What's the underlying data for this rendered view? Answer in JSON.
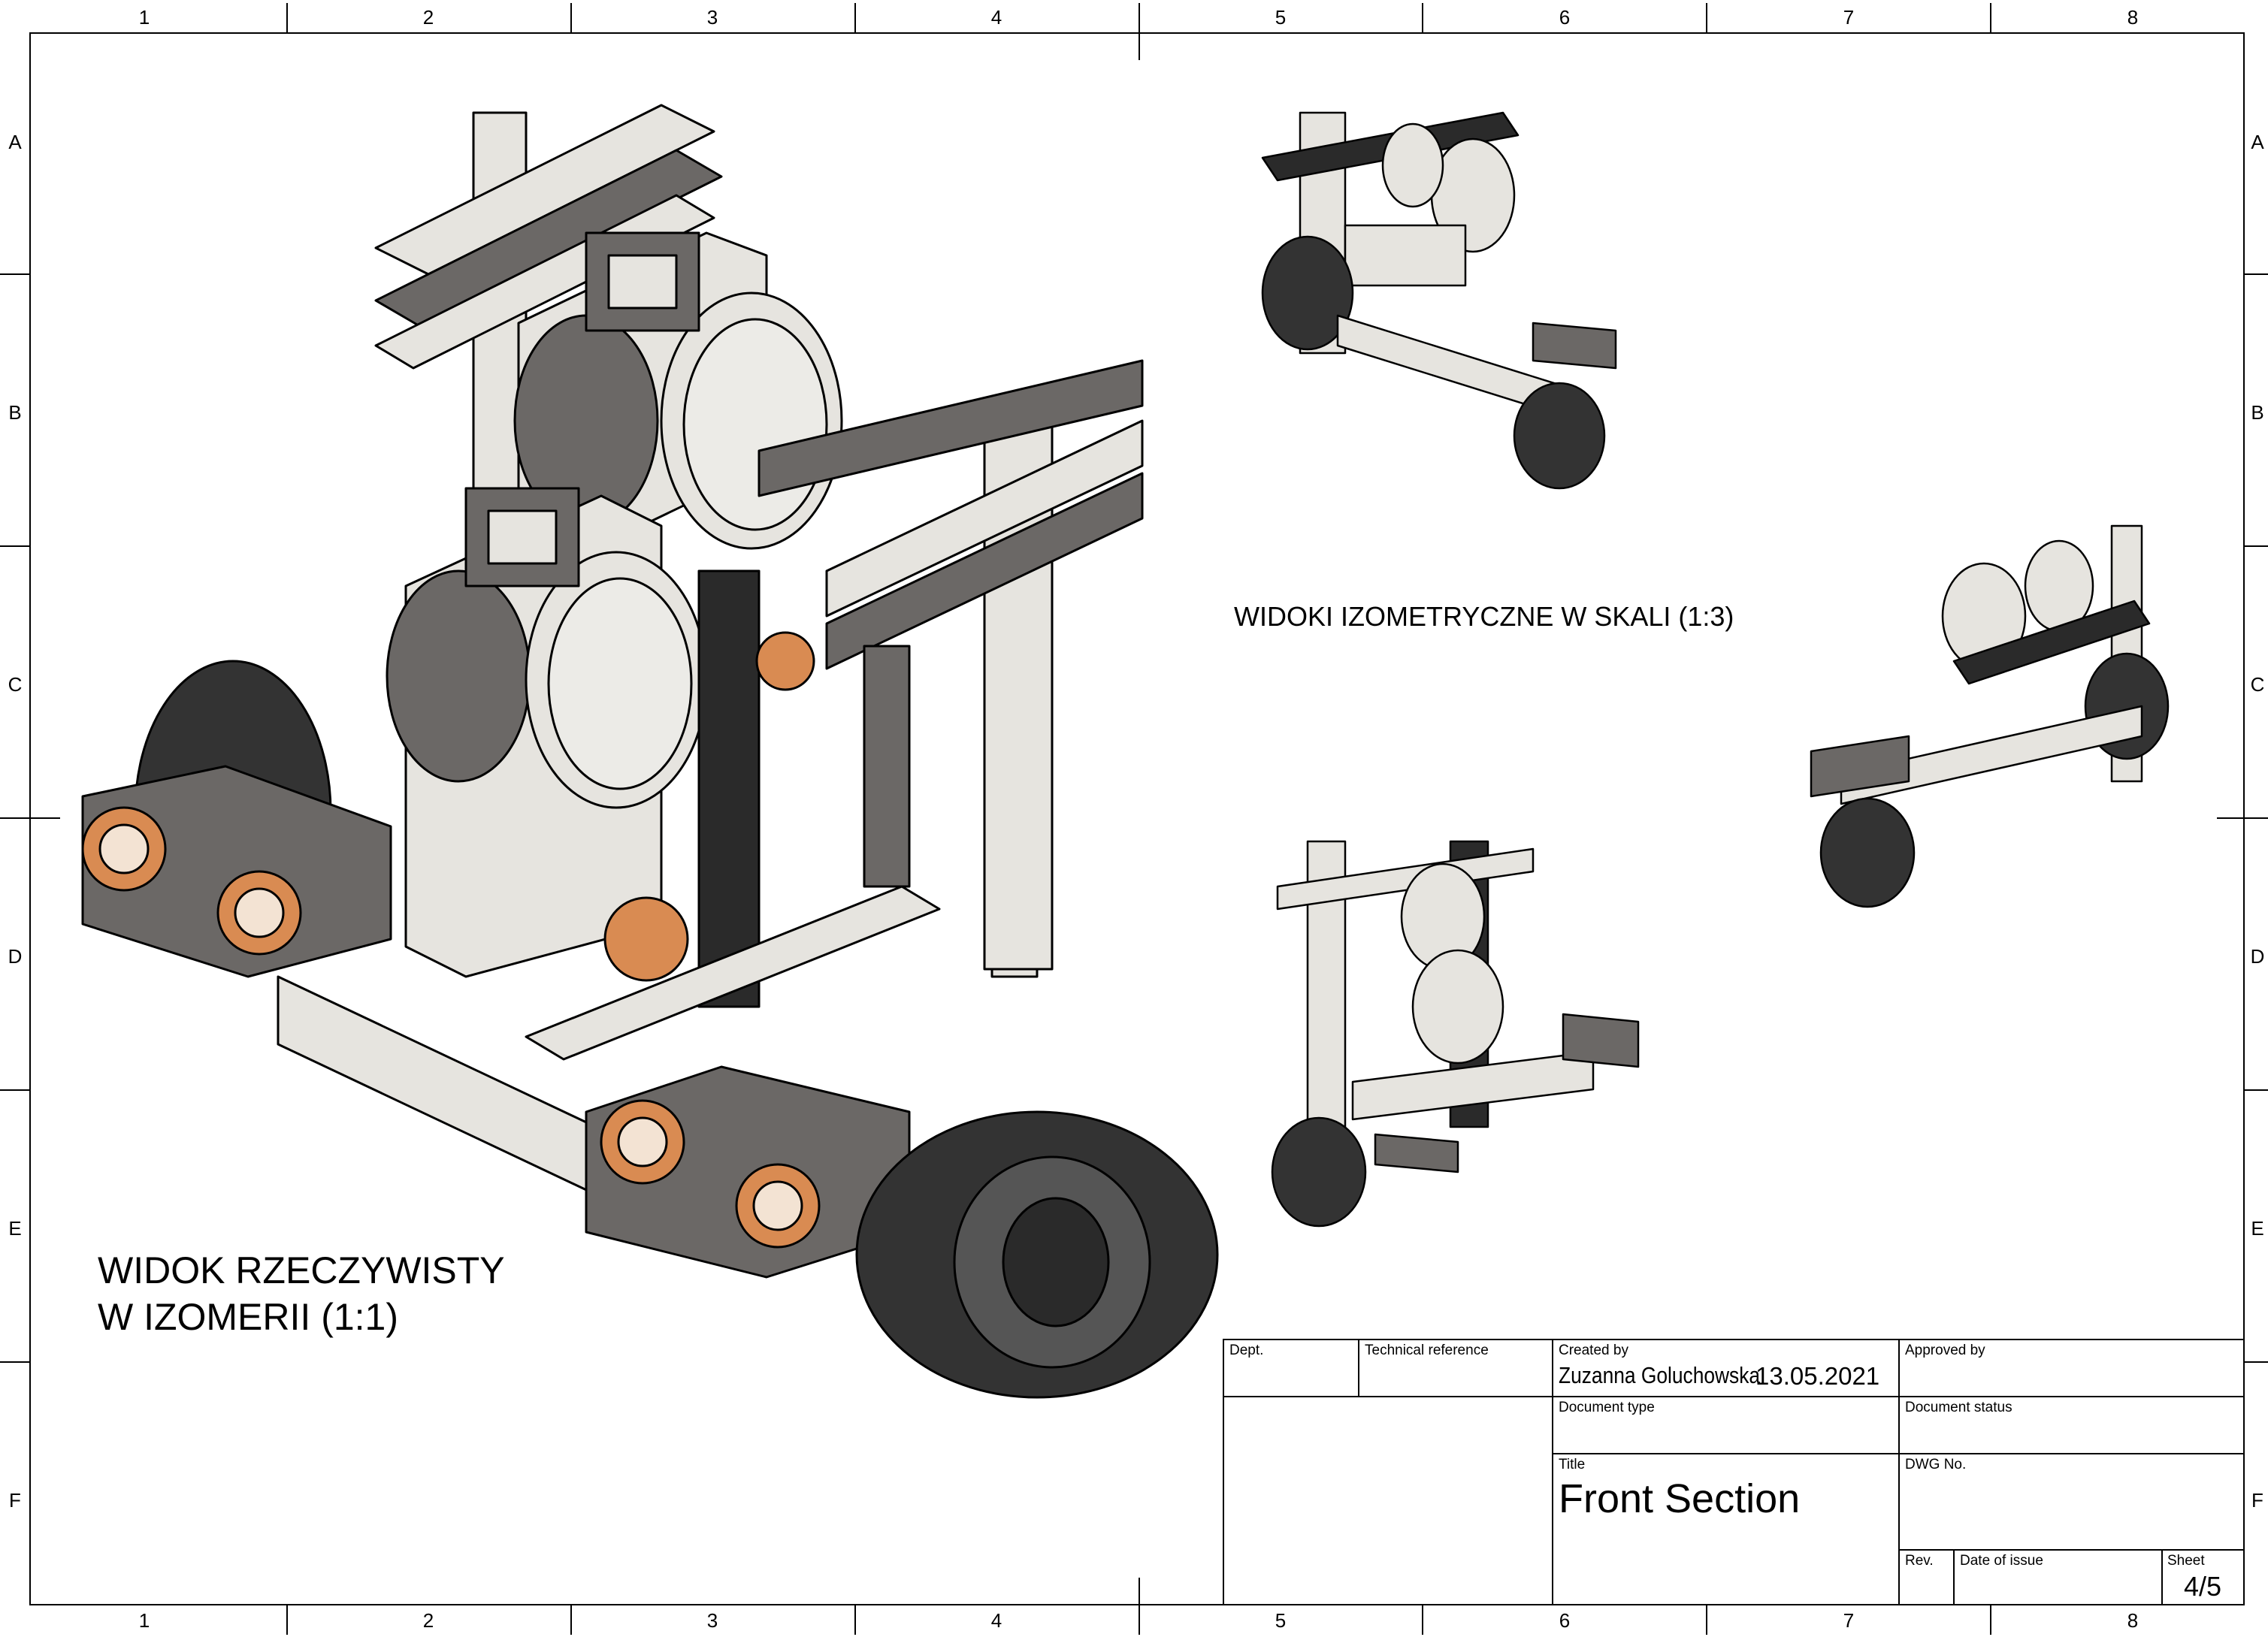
{
  "frame": {
    "columns": [
      "1",
      "2",
      "3",
      "4",
      "5",
      "6",
      "7",
      "8"
    ],
    "rows": [
      "A",
      "B",
      "C",
      "D",
      "E",
      "F"
    ]
  },
  "notes": {
    "real_view_line1": "WIDOK RZECZYWISTY",
    "real_view_line2": "W IZOMERII (1:1)",
    "iso_views": "WIDOKI IZOMETRYCZNE W SKALI (1:3)"
  },
  "title_block": {
    "dept_label": "Dept.",
    "dept_value": "",
    "tech_ref_label": "Technical reference",
    "tech_ref_value": "",
    "created_by_label": "Created by",
    "created_by_value": "Zuzanna Goluchowska",
    "created_date": "13.05.2021",
    "approved_by_label": "Approved by",
    "approved_by_value": "",
    "doc_type_label": "Document type",
    "doc_type_value": "",
    "doc_status_label": "Document status",
    "doc_status_value": "",
    "title_label": "Title",
    "title_value": "Front Section",
    "dwg_no_label": "DWG No.",
    "dwg_no_value": "",
    "rev_label": "Rev.",
    "rev_value": "",
    "date_issue_label": "Date of issue",
    "date_issue_value": "",
    "sheet_label": "Sheet",
    "sheet_value": "4/5"
  },
  "colors": {
    "frame": "#000000",
    "part_light": "#e6e4df",
    "part_dark": "#6b6866",
    "part_black": "#2a2a2a",
    "bushing": "#d98b52",
    "tire": "#333333"
  }
}
